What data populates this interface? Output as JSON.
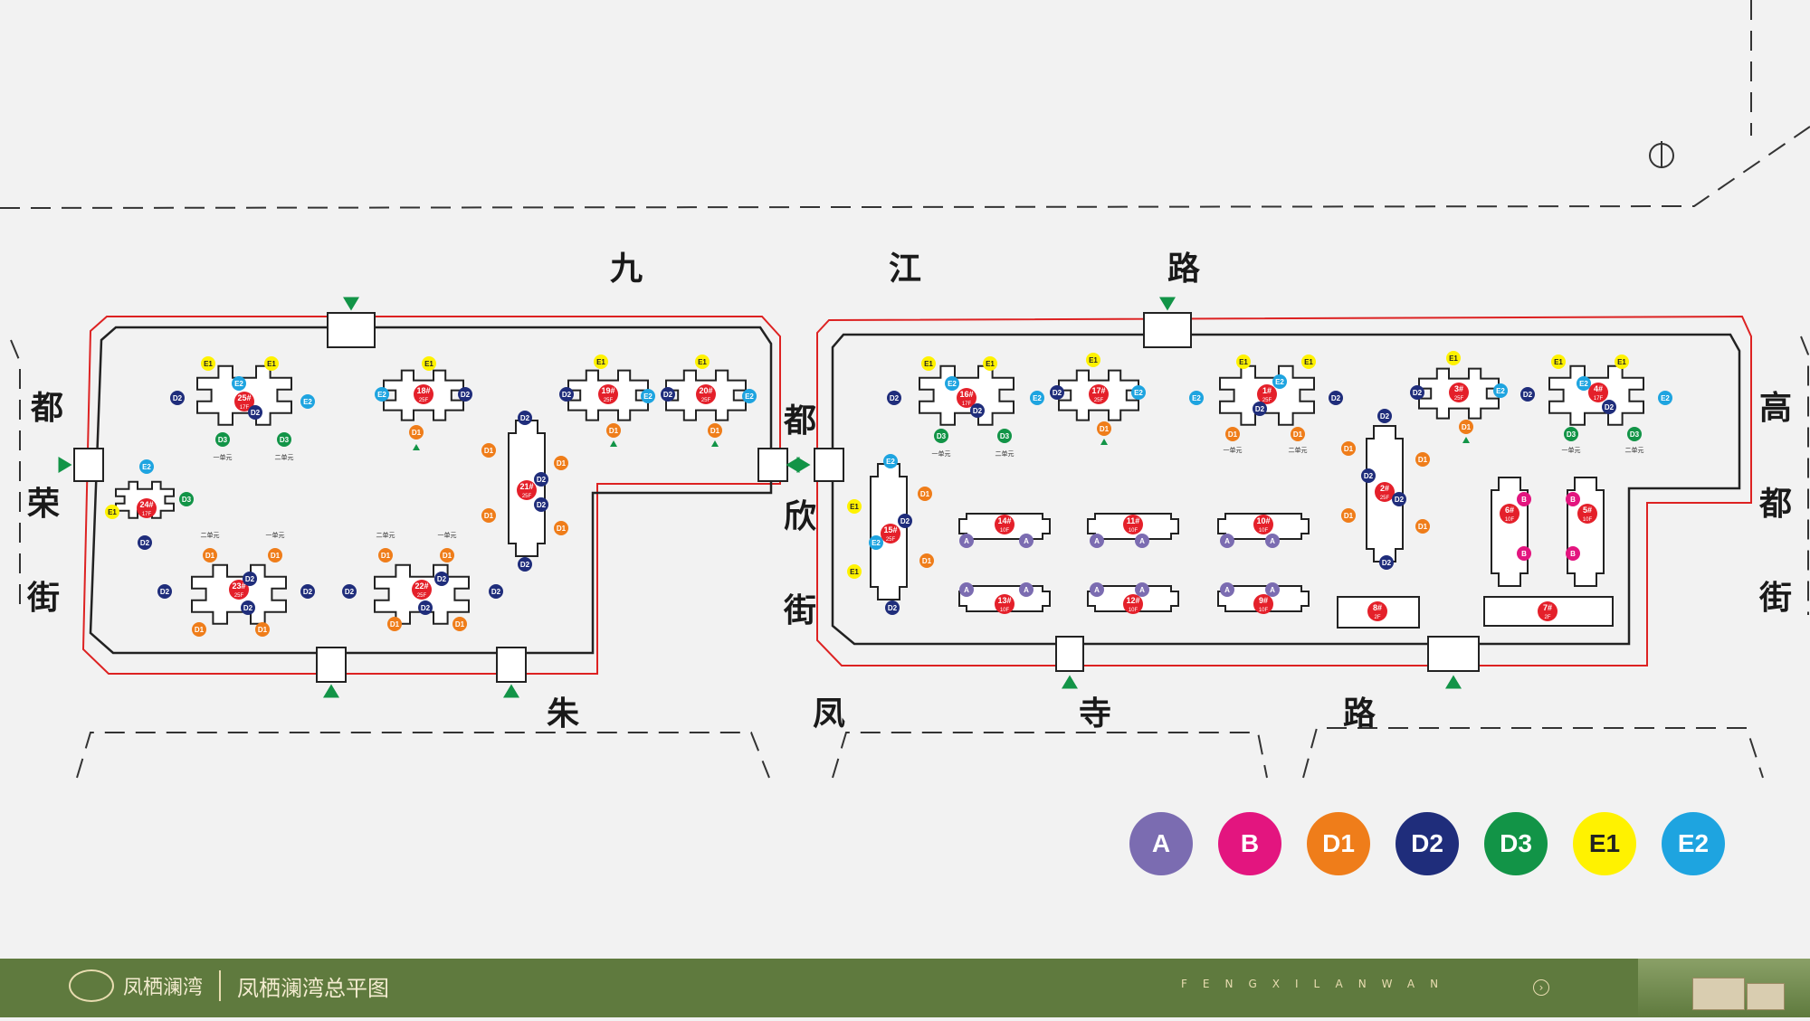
{
  "roads": {
    "north": [
      "九",
      "江",
      "路"
    ],
    "south": [
      "朱",
      "凤",
      "寺",
      "路"
    ],
    "west": [
      "都",
      "荣",
      "街"
    ],
    "east": [
      "高",
      "都",
      "街"
    ],
    "middle": [
      "都",
      "欣",
      "街"
    ]
  },
  "legend": [
    {
      "label": "A",
      "color": "#7b6cb1"
    },
    {
      "label": "B",
      "color": "#e3157f"
    },
    {
      "label": "D1",
      "color": "#ef7d1a"
    },
    {
      "label": "D2",
      "color": "#1f2d7b"
    },
    {
      "label": "D3",
      "color": "#129447"
    },
    {
      "label": "E1",
      "color": "#fff200"
    },
    {
      "label": "E2",
      "color": "#1ea4e0"
    }
  ],
  "buildings": [
    {
      "id": "25#",
      "floors": "17F"
    },
    {
      "id": "18#",
      "floors": "25F"
    },
    {
      "id": "19#",
      "floors": "25F"
    },
    {
      "id": "20#",
      "floors": "25F"
    },
    {
      "id": "21#",
      "floors": "25F"
    },
    {
      "id": "24#",
      "floors": "17F"
    },
    {
      "id": "23#",
      "floors": "25F"
    },
    {
      "id": "22#",
      "floors": "25F"
    },
    {
      "id": "16#",
      "floors": "17F"
    },
    {
      "id": "17#",
      "floors": "25F"
    },
    {
      "id": "1#",
      "floors": "25F"
    },
    {
      "id": "3#",
      "floors": "25F"
    },
    {
      "id": "4#",
      "floors": "17F"
    },
    {
      "id": "15#",
      "floors": "25F"
    },
    {
      "id": "14#",
      "floors": "10F"
    },
    {
      "id": "11#",
      "floors": "10F"
    },
    {
      "id": "10#",
      "floors": "10F"
    },
    {
      "id": "2#",
      "floors": "25F"
    },
    {
      "id": "6#",
      "floors": "10F"
    },
    {
      "id": "5#",
      "floors": "10F"
    },
    {
      "id": "13#",
      "floors": "10F"
    },
    {
      "id": "12#",
      "floors": "10F"
    },
    {
      "id": "9#",
      "floors": "10F"
    },
    {
      "id": "8#",
      "floors": "2F"
    },
    {
      "id": "7#",
      "floors": "2F"
    }
  ],
  "unit_labels": {
    "unit1": "一单元",
    "unit2": "二单元"
  },
  "footer": {
    "brand": "凤栖澜湾",
    "title": "凤栖澜湾总平图",
    "pinyin": "FENGXILANWAN"
  },
  "icons": {
    "compass": "north-arrow-icon",
    "next": "next-arrow-icon",
    "entrance": "entrance-arrow-icon"
  }
}
